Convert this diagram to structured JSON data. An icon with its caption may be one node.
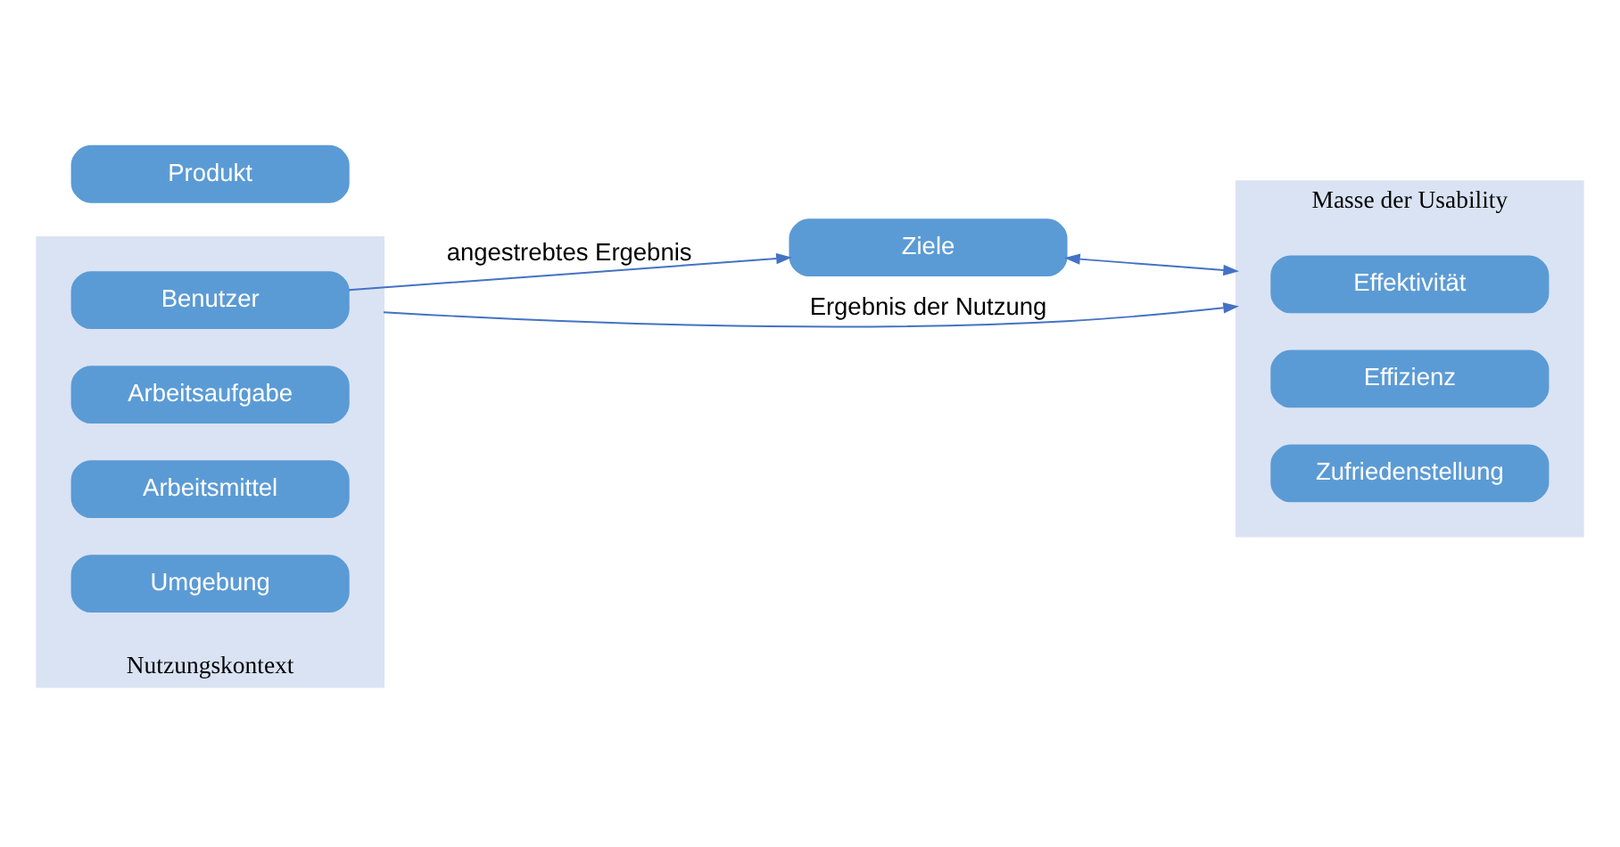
{
  "diagram": {
    "nodes": [
      {
        "text": [
          "Nutzungskontext"
        ]
      },
      {
        "text": [
          "Benutzer"
        ],
        "in": 0
      },
      {
        "text": [
          "Arbeitsaufgabe"
        ],
        "in": 0
      },
      {
        "text": [
          "Arbeitsmittel"
        ],
        "in": 0
      },
      {
        "text": [
          "Umgebung"
        ],
        "in": 0
      },
      {
        "text": [
          "Produkt"
        ]
      },
      {
        "text": [
          "Ziele"
        ]
      },
      {
        "text": [
          "Masse der Usability"
        ]
      },
      {
        "text": [
          "Effektivität"
        ],
        "in": 7
      },
      {
        "text": [
          "Effizienz"
        ],
        "in": 7
      },
      {
        "text": [
          "Zufriedenstellung"
        ],
        "in": 7
      }
    ],
    "edges": [
      {
        "from": 1,
        "to": 6,
        "arrow": "to",
        "label": "angestrebtes Ergebnis"
      },
      {
        "from": 6,
        "to": 7,
        "arrow": "both"
      },
      {
        "from": 0,
        "to": 7,
        "arrow": "to",
        "label": "Ergebnis der Nutzung"
      }
    ]
  }
}
